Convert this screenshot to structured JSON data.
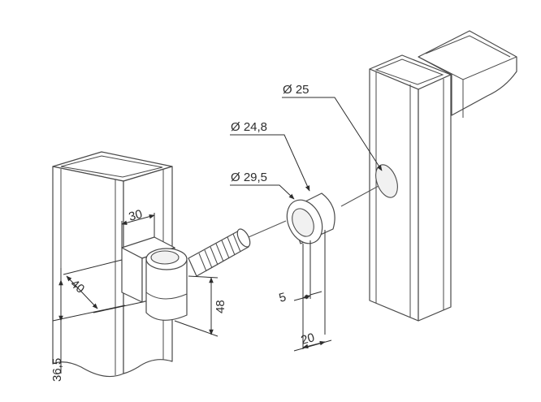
{
  "dimensions": {
    "hole_diameter": "Ø 25",
    "bushing_inner_diameter": "Ø 24,8",
    "bushing_outer_diameter": "Ø 29,5",
    "bracket_width": "30",
    "bracket_depth": "40",
    "hinge_height": "48",
    "post_offset": "36,5",
    "collar_thickness": "5",
    "bushing_length": "20"
  }
}
